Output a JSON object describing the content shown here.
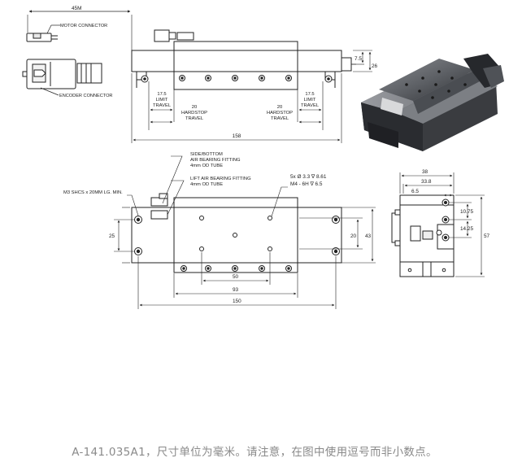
{
  "drawing": {
    "top_view": {
      "overall_width": "45M",
      "motor_connector": "MOTOR CONNECTOR",
      "encoder_connector": "ENCODER CONNECTOR",
      "dim_height_small": "7.5",
      "dim_height": "26",
      "limit_travel_left": [
        "17.5",
        "LIMIT",
        "TRAVEL"
      ],
      "limit_travel_right": [
        "17.5",
        "LIMIT",
        "TRAVEL"
      ],
      "hardstop_left": [
        "20",
        "HARDSTOP",
        "TRAVEL"
      ],
      "hardstop_right": [
        "20",
        "HARDSTOP",
        "TRAVEL"
      ],
      "overall_length": "158"
    },
    "plan_view": {
      "side_bottom_fitting": [
        "SIDE/BOTTOM",
        "AIR BEARING FITTING",
        "4mm OD TUBE"
      ],
      "lift_fitting": [
        "LIFT AIR BEARING FITTING",
        "4mm OD TUBE"
      ],
      "screw_note": "M3 SHCS x 20MM LG. MIN.",
      "hole_note_1": "5x Ø 3.3 ∇ 8.61",
      "hole_note_2": "M4 - 6H ∇ 6.5",
      "dim_25": "25",
      "dim_20": "20",
      "dim_43": "43",
      "dim_50": "50",
      "dim_93": "93",
      "dim_150": "150"
    },
    "end_view": {
      "dim_38": "38",
      "dim_33_8": "33.8",
      "dim_6_5": "6.5",
      "dim_10_75": "10.75",
      "dim_14_25": "14.25",
      "dim_57": "57"
    }
  },
  "caption": "A-141.035A1，尺寸单位为毫米。请注意，在图中使用逗号而非小数点。"
}
